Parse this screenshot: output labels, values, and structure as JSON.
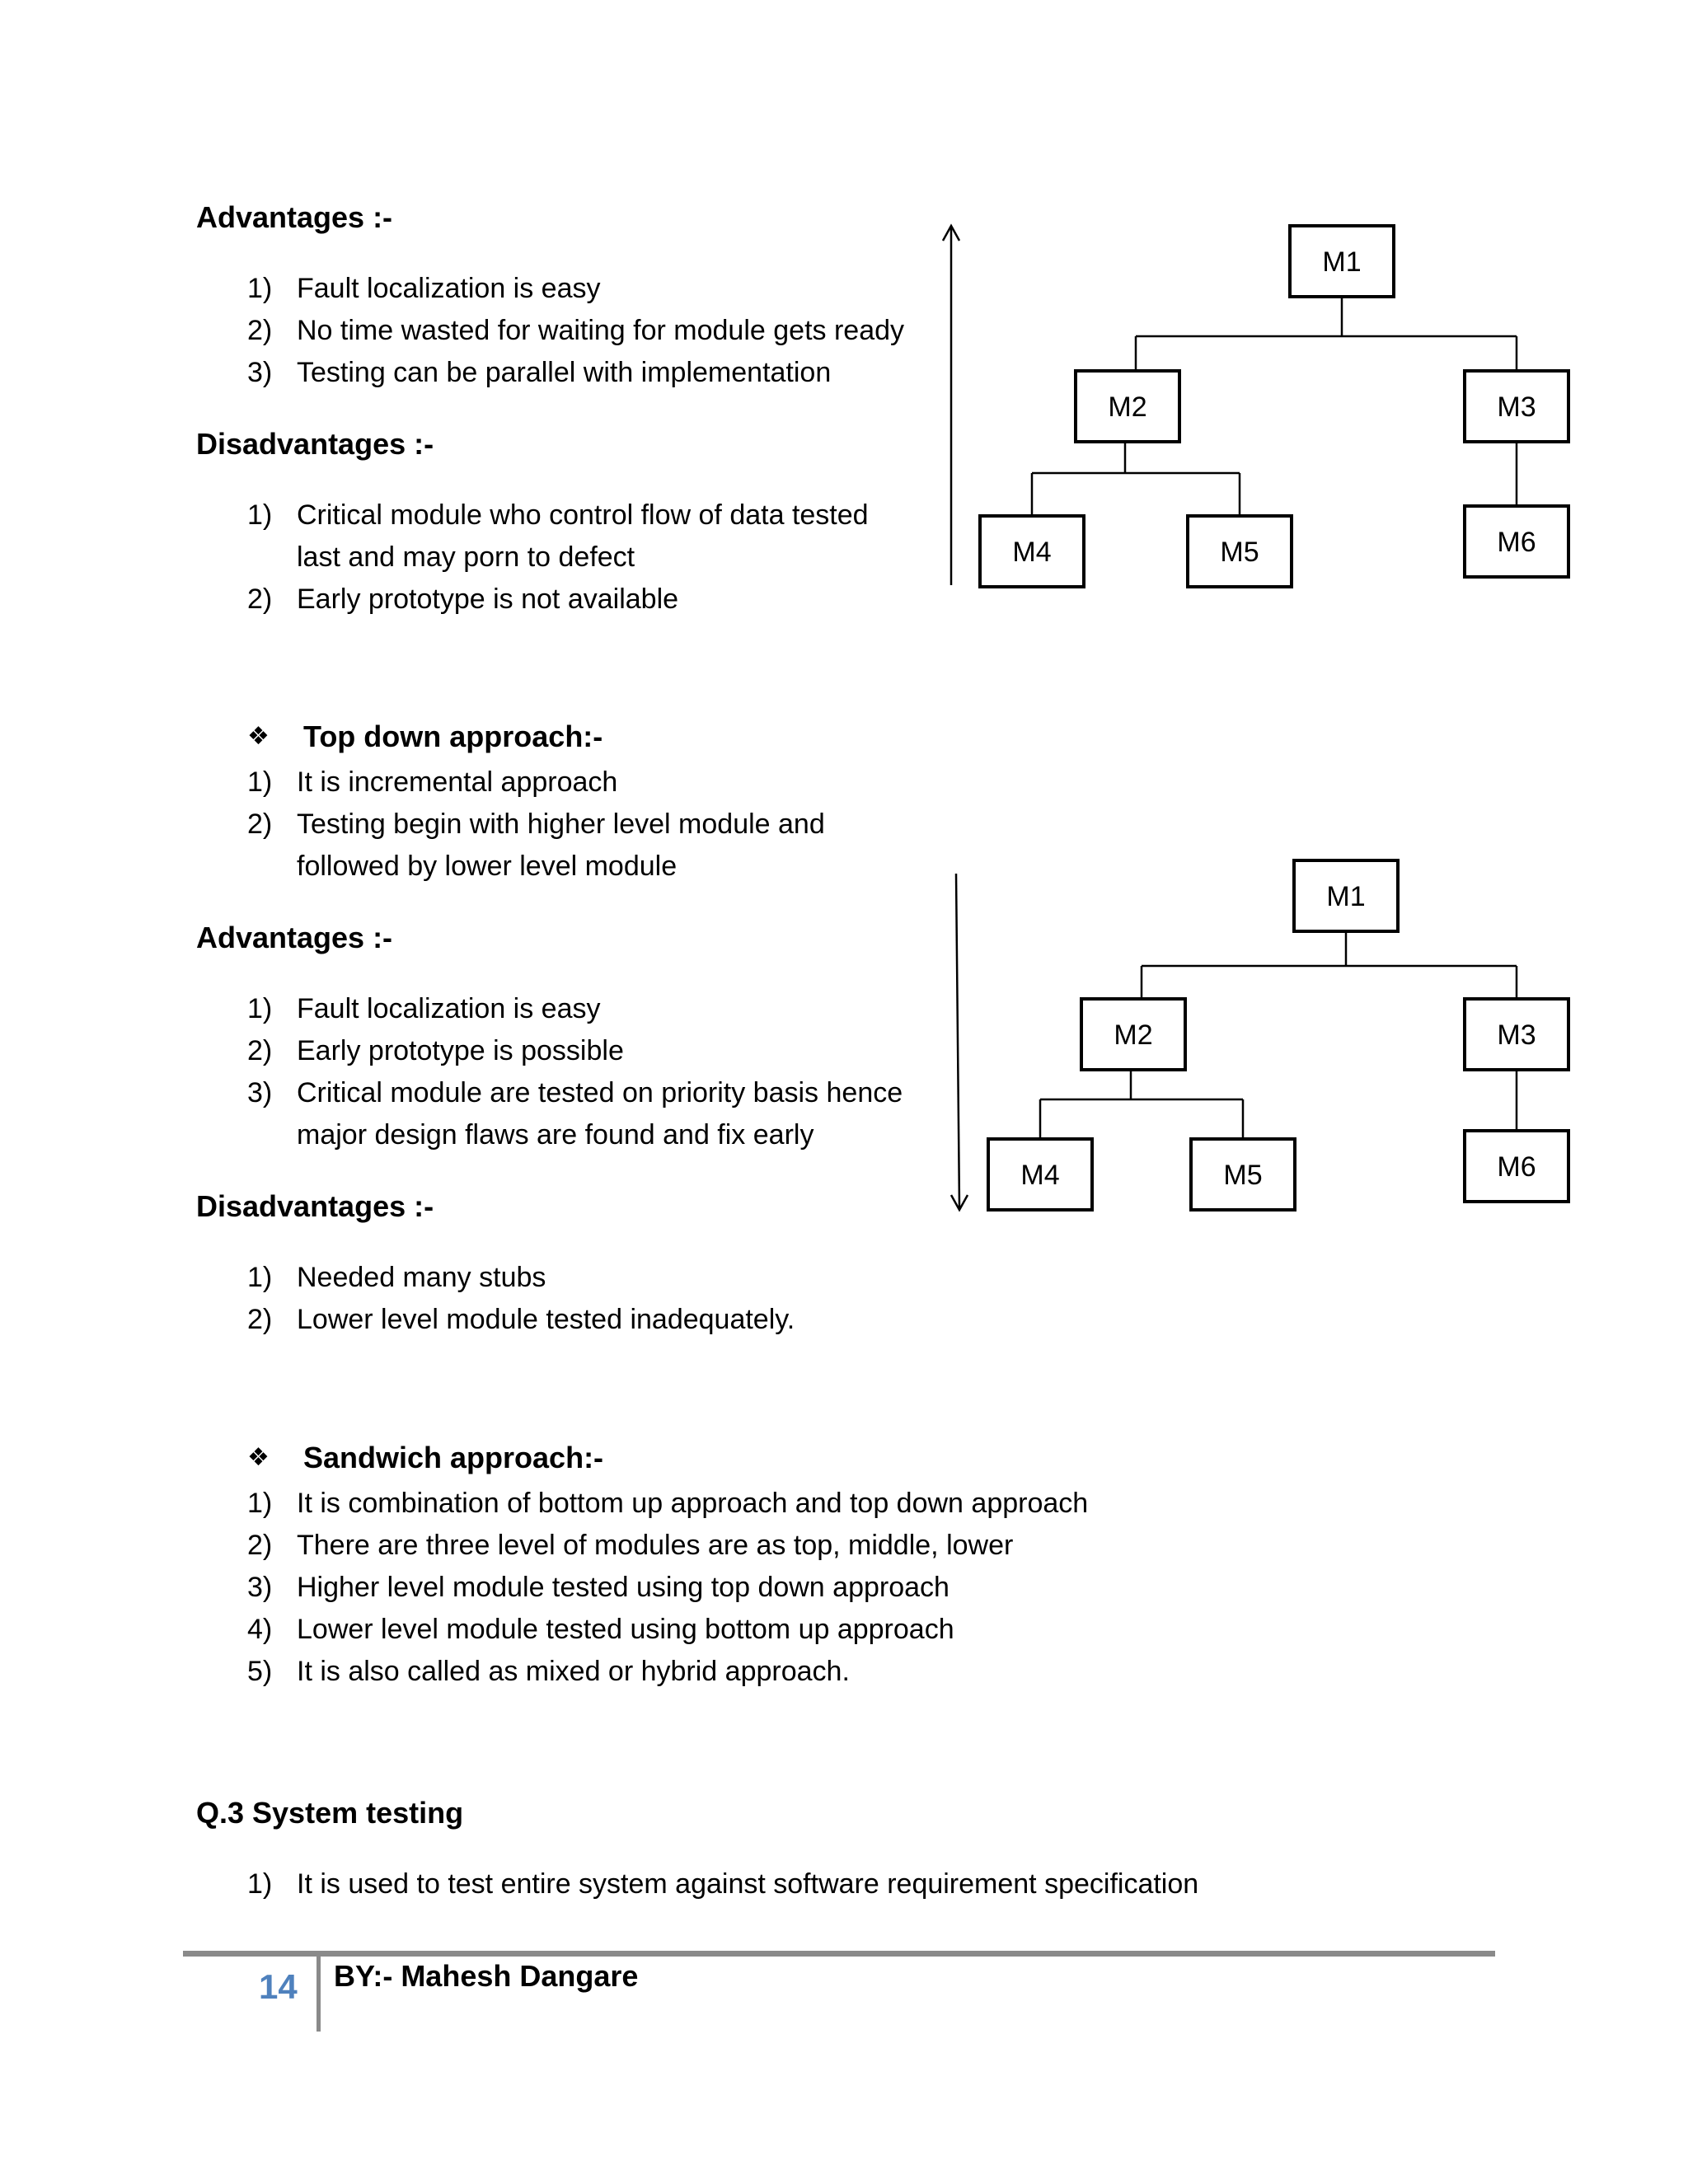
{
  "section1": {
    "advantages_heading": "Advantages :-",
    "advantages": [
      {
        "num": "1)",
        "text": "Fault localization is easy"
      },
      {
        "num": "2)",
        "text": "No time wasted for waiting for module gets ready"
      },
      {
        "num": "3)",
        "text": "Testing can be parallel with implementation"
      }
    ],
    "disadvantages_heading": "Disadvantages :-",
    "disadvantages": [
      {
        "num": "1)",
        "text": "Critical module who control flow of data tested",
        "cont": "last and may porn to defect"
      },
      {
        "num": "2)",
        "text": "Early prototype is not available"
      }
    ]
  },
  "diagram1": {
    "arrow_direction": "up",
    "nodes": [
      "M1",
      "M2",
      "M3",
      "M4",
      "M5",
      "M6"
    ]
  },
  "top_down": {
    "bullet": "❖",
    "heading": "Top down approach:-",
    "items": [
      {
        "num": "1)",
        "text": "It is incremental approach"
      },
      {
        "num": "2)",
        "text": "Testing begin with higher level module and",
        "cont": "followed by lower level module"
      }
    ],
    "advantages_heading": "Advantages :-",
    "advantages": [
      {
        "num": "1)",
        "text": "Fault localization is easy"
      },
      {
        "num": "2)",
        "text": "Early prototype is possible"
      },
      {
        "num": "3)",
        "text": "Critical module are tested on priority basis hence",
        "cont": "major design flaws are found and fix early"
      }
    ],
    "disadvantages_heading": "Disadvantages :-",
    "disadvantages": [
      {
        "num": "1)",
        "text": "Needed many stubs"
      },
      {
        "num": "2)",
        "text": "Lower level module tested inadequately."
      }
    ]
  },
  "diagram2": {
    "arrow_direction": "down",
    "nodes": [
      "M1",
      "M2",
      "M3",
      "M4",
      "M5",
      "M6"
    ]
  },
  "sandwich": {
    "bullet": "❖",
    "heading": "Sandwich approach:-",
    "items": [
      {
        "num": "1)",
        "text": "It is combination of bottom up approach and top down approach"
      },
      {
        "num": "2)",
        "text": "There are three level of modules are as top, middle, lower"
      },
      {
        "num": "3)",
        "text": "Higher level module tested using top down approach"
      },
      {
        "num": "4)",
        "text": "Lower level module tested using bottom up approach"
      },
      {
        "num": "5)",
        "text": "It is also called as mixed or hybrid approach."
      }
    ]
  },
  "system_testing": {
    "heading": "Q.3 System testing",
    "items": [
      {
        "num": "1)",
        "text": "It is used to test entire system against software requirement specification"
      }
    ]
  },
  "footer": {
    "page_number": "14",
    "author": "BY:- Mahesh Dangare"
  }
}
